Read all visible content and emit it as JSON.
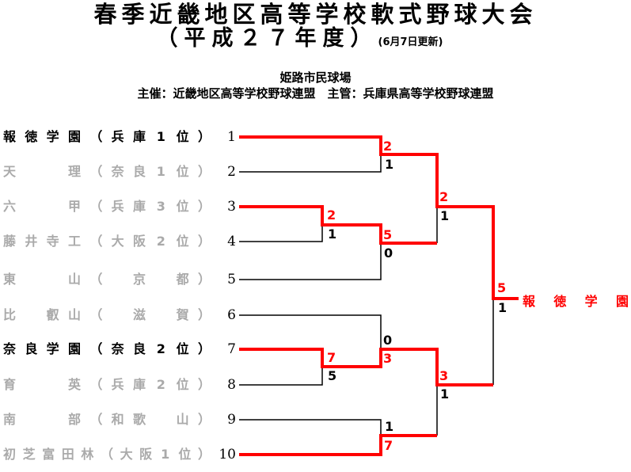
{
  "title": "春季近畿地区高等学校軟式野球大会",
  "subtitle": "（平成２７年度）",
  "updated": "(6月7日更新)",
  "venue": "姫路市民球場",
  "organizers": "主催：近畿地区高等学校野球連盟　主管：兵庫県高等学校野球連盟",
  "teams": [
    {
      "seed": "1",
      "chars": [
        "報",
        "徳",
        "学",
        "園",
        "（",
        "兵",
        "庫",
        "1",
        "位",
        "）"
      ],
      "winner": true
    },
    {
      "seed": "2",
      "chars": [
        "天",
        "",
        "",
        "理",
        "（",
        "奈",
        "良",
        "1",
        "位",
        "）"
      ],
      "winner": false
    },
    {
      "seed": "3",
      "chars": [
        "六",
        "",
        "",
        "甲",
        "（",
        "兵",
        "庫",
        "3",
        "位",
        "）"
      ],
      "winner": false
    },
    {
      "seed": "4",
      "chars": [
        "藤",
        "井",
        "寺",
        "工",
        "（",
        "大",
        "阪",
        "2",
        "位",
        "）"
      ],
      "winner": false
    },
    {
      "seed": "5",
      "chars": [
        "東",
        "",
        "",
        "山",
        "（",
        "",
        "京",
        "",
        "都",
        "）"
      ],
      "winner": false
    },
    {
      "seed": "6",
      "chars": [
        "比",
        "",
        "叡",
        "山",
        "（",
        "",
        "滋",
        "",
        "賀",
        "）"
      ],
      "winner": false
    },
    {
      "seed": "7",
      "chars": [
        "奈",
        "良",
        "学",
        "園",
        "（",
        "奈",
        "良",
        "2",
        "位",
        "）"
      ],
      "winner": true
    },
    {
      "seed": "8",
      "chars": [
        "育",
        "",
        "",
        "英",
        "（",
        "兵",
        "庫",
        "2",
        "位",
        "）"
      ],
      "winner": false
    },
    {
      "seed": "9",
      "chars": [
        "南",
        "",
        "",
        "部",
        "（",
        "和",
        "歌",
        "",
        "山",
        "）"
      ],
      "winner": false
    },
    {
      "seed": "10",
      "chars": [
        "初",
        "芝",
        "富",
        "田",
        "林",
        "（",
        "大",
        "阪",
        "1",
        "位",
        "）"
      ],
      "winner": false
    }
  ],
  "scores": {
    "g1": [
      "2",
      "1"
    ],
    "g2": [
      "2",
      "1"
    ],
    "g3": [
      "5",
      "0"
    ],
    "g4": [
      "2",
      "1"
    ],
    "g5": [
      "0",
      "3"
    ],
    "g6": [
      "7",
      "5"
    ],
    "g7": [
      "1",
      "7"
    ],
    "g8": [
      "3",
      "1"
    ],
    "g9": [
      "5",
      "1"
    ]
  },
  "champion": [
    "報",
    "徳",
    "学",
    "園"
  ],
  "colors": {
    "win": "#ff0000",
    "lose": "#000000",
    "eliminated": "#aaaaaa"
  }
}
